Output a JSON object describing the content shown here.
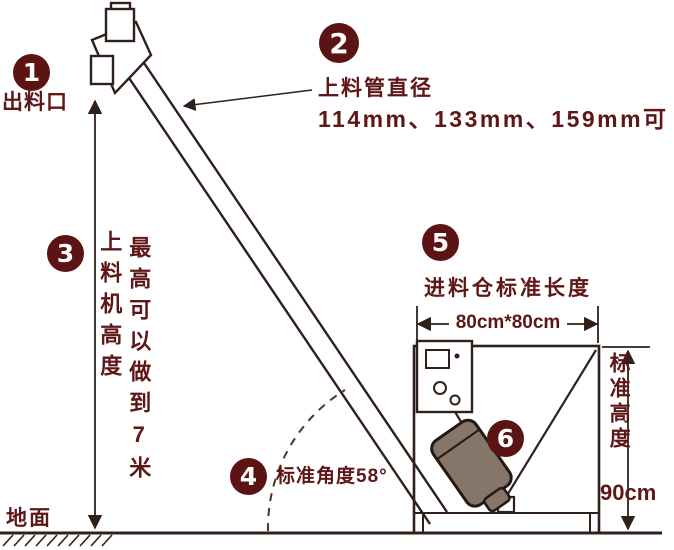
{
  "colors": {
    "accent": "#5c1313",
    "line": "#2f211a"
  },
  "badges": {
    "b1": "1",
    "b2": "2",
    "b3": "3",
    "b4": "4",
    "b5": "5",
    "b6": "6"
  },
  "annotations": {
    "outlet_label": "出料口",
    "pipe": {
      "title": "上料管直径",
      "options": "114mm、133mm、159mm可"
    },
    "height": {
      "label": "上料机高度",
      "note": "最高可以做到7米"
    },
    "angle_label": "标准角度58°",
    "hopper": {
      "title": "进料仓标准长度",
      "size": "80cm*80cm"
    },
    "right_height": {
      "label": "标准高度",
      "value": "90cm"
    },
    "ground_label": "地面"
  }
}
